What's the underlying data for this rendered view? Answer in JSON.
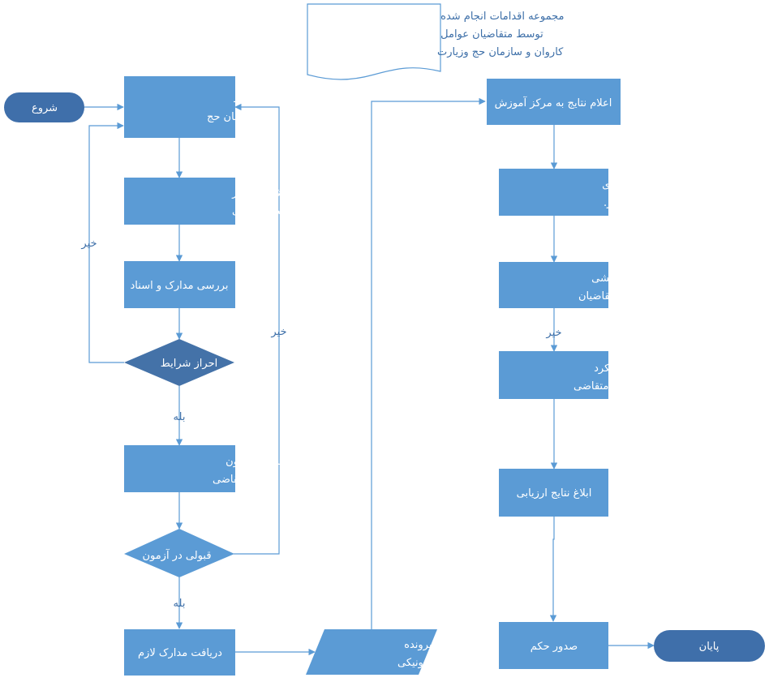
{
  "document_note": [
    "مجموعه اقدامات انجام شده",
    "توسط متقاضیان عوامل",
    "کاروان و سازمان حج وزیارت"
  ],
  "nodes": {
    "start": "شروع",
    "announce_call": [
      "اعلام فراخوان توسط",
      "سازمان حج"
    ],
    "register": [
      "ثبت مشخصات در",
      "سامانه توسط متقاضی"
    ],
    "review_docs": "بررسی مدارک و اسناد",
    "eligibility": "احراز شرایط",
    "take_exam": [
      "شرکت در آزمون",
      "توسط متقاضی"
    ],
    "pass_exam": "قبولی در آزمون",
    "receive_docs": "دریافت مدارک لازم",
    "confirm_file": [
      "تائید پرونده",
      "الکترونیکی"
    ],
    "announce_results": "اعلام نتایج به مرکز آموزش",
    "hold_courses": [
      "برگزاری دوره های",
      "آموزشی مورد نیاز."
    ],
    "send_test": [
      "اعزام آزمایشی",
      "متقاضیان"
    ],
    "evaluate": [
      "ارزیابی عملکرد",
      "متقاضی"
    ],
    "notify_eval": "ابلاغ نتایج ارزیابی",
    "issue_decree": "صدور حکم",
    "end": "پایان"
  },
  "edge_labels": {
    "eligibility_no": "خیر",
    "eligibility_yes": "بله",
    "exam_no": "خیر",
    "exam_yes": "بله",
    "send_test_no": "خیر"
  },
  "colors": {
    "box_fill": "#5b9bd5",
    "decision_fill": "#4472a8",
    "terminal_fill": "#3f6faa",
    "line": "#5b9bd5",
    "doc_text": "#3d6fa8"
  }
}
